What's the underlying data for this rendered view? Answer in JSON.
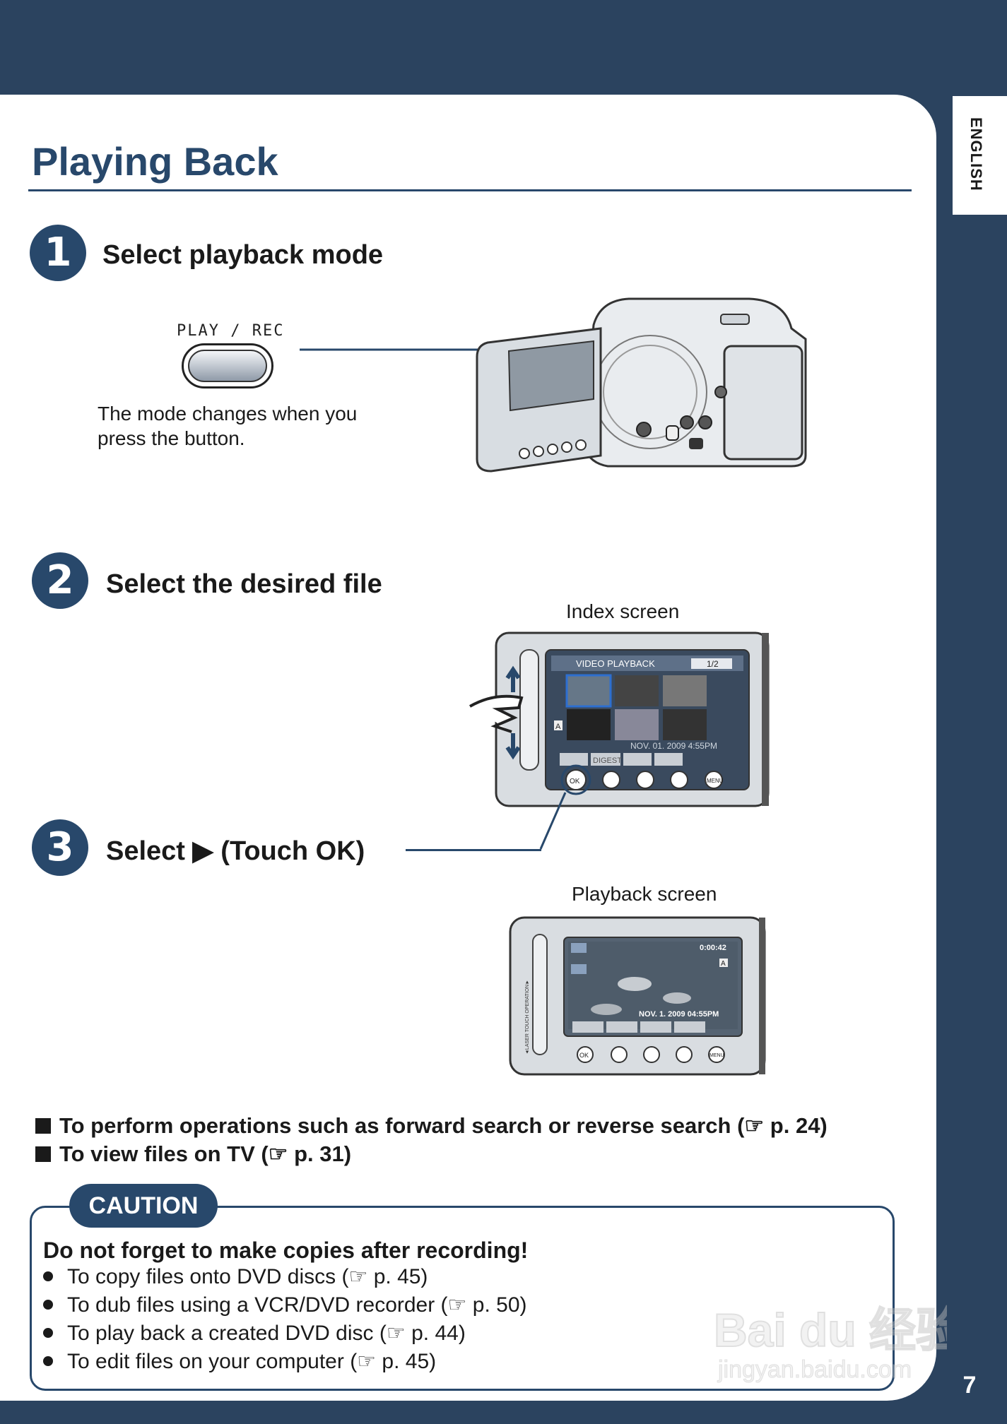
{
  "language_tab": "ENGLISH",
  "page_number": "7",
  "title": "Playing Back",
  "steps": [
    {
      "number": "1",
      "label": "Select playback mode"
    },
    {
      "number": "2",
      "label": "Select the desired file"
    },
    {
      "number": "3",
      "label": "Select ▶ (Touch OK)"
    }
  ],
  "play_rec_label": "PLAY / REC",
  "mode_note": "The mode changes when you press the button.",
  "index_caption": "Index screen",
  "playback_caption": "Playback screen",
  "index_screen": {
    "header": "VIDEO PLAYBACK",
    "page": "1/2",
    "datetime": "NOV. 01. 2009  4:55PM",
    "digest": "DIGEST",
    "ok": "OK",
    "menu": "MENU",
    "mode_letter": "A"
  },
  "playback_screen": {
    "time": "0:00:42",
    "datetime": "NOV. 1. 2009   04:55PM",
    "side_label": "◄LASER TOUCH OPERATION►",
    "ok": "OK",
    "menu": "MENU",
    "mode_letter": "A"
  },
  "notes": [
    {
      "text": "To perform operations such as forward search or reverse search (☞ p. 24)"
    },
    {
      "text": "To view files on TV (☞ p. 31)"
    }
  ],
  "caution": {
    "label": "CAUTION",
    "heading": "Do not forget to make copies after recording!",
    "items": [
      "To copy files onto DVD discs (☞ p. 45)",
      "To dub files using a VCR/DVD recorder (☞ p. 50)",
      "To play back a created DVD disc (☞ p. 44)",
      "To edit files on your computer (☞ p. 45)"
    ]
  },
  "watermark": {
    "brand": "Bai du 经验",
    "url": "jingyan.baidu.com"
  },
  "colors": {
    "navy": "#2b435f",
    "title_blue": "#28486b"
  }
}
